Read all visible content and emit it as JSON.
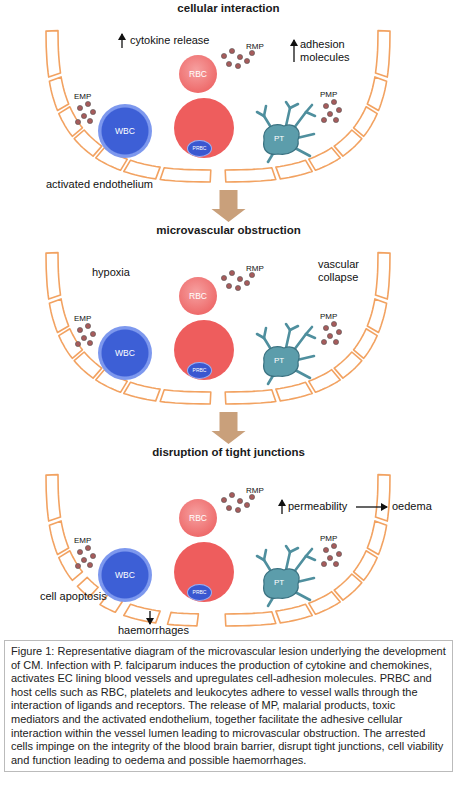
{
  "diagram": {
    "caption": "Figure 1: Representative diagram of the microvascular lesion underlying the development of CM. Infection with P. falciparum induces the production of cytokine and chemokines, activates EC lining blood vessels and upregulates cell-adhesion molecules. PRBC and host cells such as RBC, platelets and leukocytes adhere to vessel walls through the interaction of ligands and receptors. The release of MP, malarial products, toxic mediators and the activated endothelium, together facilitate the adhesive cellular interaction within the vessel lumen leading to microvascular obstruction. The arrested cells impinge on the integrity of the blood brain barrier, disrupt tight junctions, cell viability and function leading to oedema and possible haemorrhages.",
    "nodes": [
      {
        "text": [
          "cellular interaction"
        ]
      },
      {
        "text": [
          "WBC"
        ],
        "in": 0
      },
      {
        "text": [
          "RBC"
        ],
        "in": 0
      },
      {
        "text": [
          "PRBC"
        ],
        "in": 0
      },
      {
        "text": [
          "PT"
        ],
        "in": 0
      },
      {
        "text": [
          "microvascular obstruction"
        ]
      },
      {
        "text": [
          "WBC"
        ],
        "in": 5
      },
      {
        "text": [
          "RBC"
        ],
        "in": 5
      },
      {
        "text": [
          "PRBC"
        ],
        "in": 5
      },
      {
        "text": [
          "PT"
        ],
        "in": 5
      },
      {
        "text": [
          "disruption of tight junctions"
        ]
      },
      {
        "text": [
          "WBC"
        ],
        "in": 10
      },
      {
        "text": [
          "RBC"
        ],
        "in": 10
      },
      {
        "text": [
          "PRBC"
        ],
        "in": 10
      },
      {
        "text": [
          "PT"
        ],
        "in": 10
      }
    ],
    "edges": [
      {
        "from": 0,
        "to": 5,
        "arrow": "to"
      },
      {
        "from": 5,
        "to": 10,
        "arrow": "to"
      }
    ],
    "labels": [
      "cytokine release",
      "RMP",
      "adhesion molecules",
      "EMP",
      "PMP",
      "activated endothelium",
      "hypoxia",
      "RMP",
      "vascular collapse",
      "EMP",
      "PMP",
      "RMP",
      "permeability",
      "oedema",
      "EMP",
      "PMP",
      "cell apoptosis",
      "haemorrhages"
    ]
  }
}
